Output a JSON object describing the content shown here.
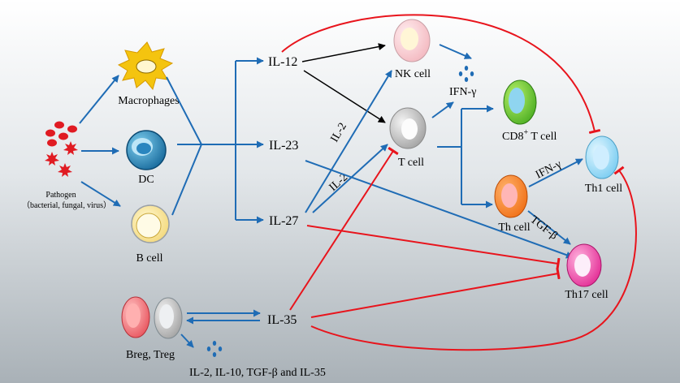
{
  "pathogen": {
    "label": "Pathogen",
    "sublabel": "（bacterial, fungal, virus）"
  },
  "cells": {
    "macrophages": "Macrophages",
    "dc": "DC",
    "b_cell": "B cell",
    "nk_cell": "NK cell",
    "t_cell": "T cell",
    "cd8_prefix": "CD8",
    "cd8_sup": "+",
    "cd8_suffix": " T cell",
    "th_cell": "Th cell",
    "th1_cell": "Th1 cell",
    "th17_cell": "Th17 cell",
    "breg_treg": "Breg, Treg"
  },
  "cytokines": {
    "il12": "IL-12",
    "il23": "IL-23",
    "il27": "IL-27",
    "il35": "IL-35",
    "il2_a": "IL-2",
    "il2_b": "IL-2",
    "ifn_nk": "IFN-γ",
    "ifn_th1": "IFN-γ",
    "tgf_beta": "TGF-β",
    "secreted": "IL-2, IL-10, TGF-β and IL-35"
  },
  "colors": {
    "activation_arrow": "#1f6cb5",
    "inhibition_line": "#e8141c",
    "secondary_arrow": "#000000"
  }
}
